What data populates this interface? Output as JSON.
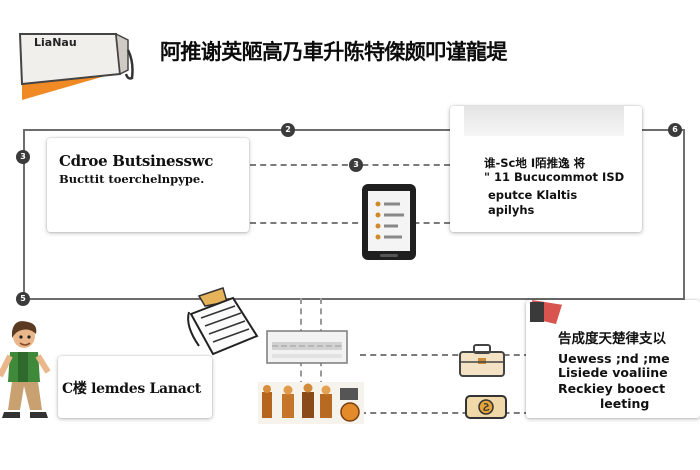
{
  "logo": {
    "text": "LiaNau"
  },
  "title": "阿推谢英陋高乃車升陈特傑颇叩谨龍堤",
  "nodes": [
    "2",
    "6",
    "3",
    "3",
    "5"
  ],
  "cards": {
    "top_left": {
      "title": "Cdroe Butsinesswc",
      "subtitle": "Bucttit toerchelnpype."
    },
    "top_right": {
      "lines": [
        "谁-Sc地 I陌推逸 将",
        "\" 11 Bucucommot ISD",
        "eputce Klaltis",
        "apilyhs"
      ]
    },
    "bottom_left": {
      "title": "C楼 lemdes Lanact"
    },
    "bottom_right": {
      "lines": [
        "告成度天楚律支以",
        "Uewess ;nd ;me",
        "Lisiede voaliine",
        "Reckiey booect",
        "leeting"
      ]
    }
  },
  "colors": {
    "accent": "#f08a24",
    "line": "#6d6d6d",
    "dark": "#2f2f2f"
  },
  "icons": [
    "flag-icon",
    "tablet-icon",
    "document-icon",
    "toolbox-icon",
    "workers-icon",
    "briefcase-icon",
    "coin-icon",
    "character-icon"
  ]
}
